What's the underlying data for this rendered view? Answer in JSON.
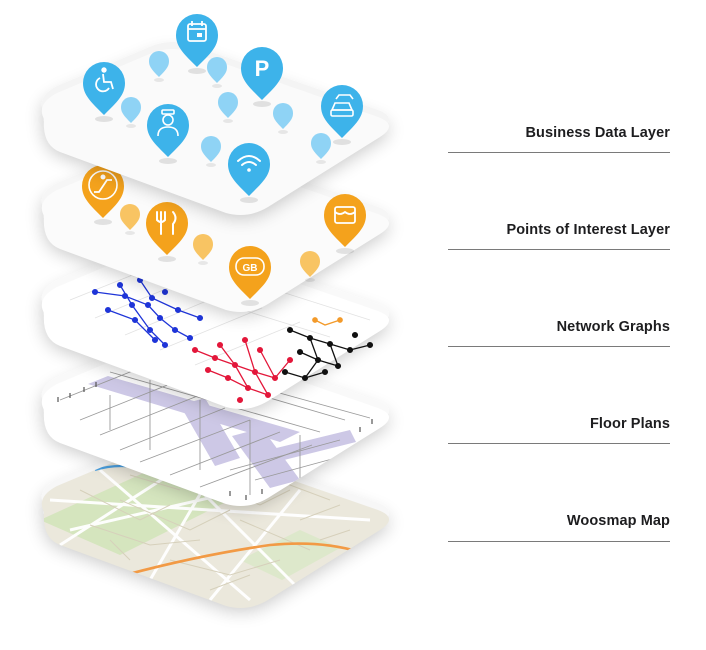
{
  "layers": [
    {
      "label": "Business Data Layer"
    },
    {
      "label": "Points of Interest Layer"
    },
    {
      "label": "Network Graphs"
    },
    {
      "label": "Floor Plans"
    },
    {
      "label": "Woosmap Map"
    }
  ],
  "colors": {
    "business_pin": "#3db3ea",
    "business_pin_light": "#8fd3f5",
    "poi_pin": "#f4a21c",
    "poi_pin_light": "#f8c463",
    "network_blue": "#1f35d8",
    "network_red": "#e3173a",
    "network_black": "#111111",
    "network_orange": "#f39a2a",
    "floor_corridor": "#cdc8e6",
    "map_route": "#f29a45",
    "map_river": "#4a9fe0"
  },
  "pins": {
    "business": [
      "calendar-icon",
      "accessibility-icon",
      "parking-icon",
      "concierge-icon",
      "car-rental-icon",
      "wifi-icon"
    ],
    "business_text": {
      "parking": "P"
    },
    "poi": [
      "escalator-icon",
      "restaurant-icon",
      "shop-icon",
      "currency-exchange-icon"
    ],
    "poi_text": {
      "currency": "GB"
    }
  }
}
